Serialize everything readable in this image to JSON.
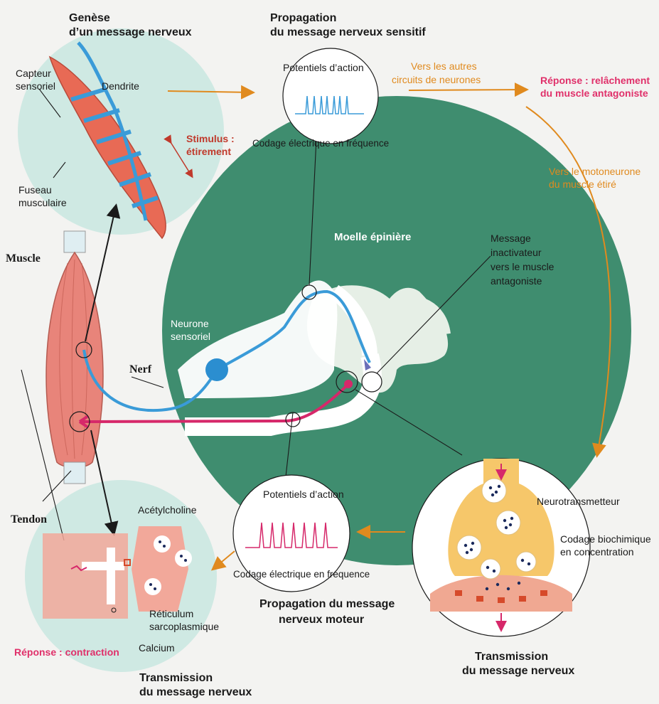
{
  "labels": {
    "genese_1": "Genèse",
    "genese_2": "d’un message nerveux",
    "propag_sens_1": "Propagation",
    "propag_sens_2": "du message nerveux sensitif",
    "capteur_1": "Capteur",
    "capteur_2": "sensoriel",
    "dendrite": "Dendrite",
    "fuseau_1": "Fuseau",
    "fuseau_2": "musculaire",
    "stimulus_1": "Stimulus :",
    "stimulus_2": "étirement",
    "potentiels_top": "Potentiels d’action",
    "codage_top": "Codage électrique en fréquence",
    "autres_1": "Vers les autres",
    "autres_2": "circuits de neurones",
    "reponse_relach_1": "Réponse : relâchement",
    "reponse_relach_2": "du muscle antagoniste",
    "moto_1": "Vers le motoneurone",
    "moto_2": "du muscle étiré",
    "moelle": "Moelle épinière",
    "inact_1": "Message",
    "inact_2": "inactivateur",
    "inact_3": "vers le muscle",
    "inact_4": "antagoniste",
    "muscle": "Muscle",
    "neurone_1": "Neurone",
    "neurone_2": "sensoriel",
    "nerf": "Nerf",
    "tendon": "Tendon",
    "acetyl": "Acétylcholine",
    "reticulum_1": "Réticulum",
    "reticulum_2": "sarcoplasmique",
    "calcium": "Calcium",
    "reponse_contr": "Réponse : contraction",
    "potentiels_bot": "Potentiels d’action",
    "codage_bot": "Codage électrique en fréquence",
    "propag_mot_1": "Propagation du message",
    "propag_mot_2": "nerveux moteur",
    "trans_left_1": "Transmission",
    "trans_left_2": "du message nerveux",
    "neurotrans": "Neurotransmetteur",
    "codage_bio_1": "Codage biochimique",
    "codage_bio_2": "en concentration",
    "trans_right_1": "Transmission",
    "trans_right_2": "du message nerveux"
  },
  "colors": {
    "moelle": "#3f8d6f",
    "sensitif": "#3a9bd8",
    "moteur": "#d6286a",
    "orange": "#e08a1e",
    "muscle": "#e8725f",
    "pale_circle": "#cfe9e3"
  }
}
